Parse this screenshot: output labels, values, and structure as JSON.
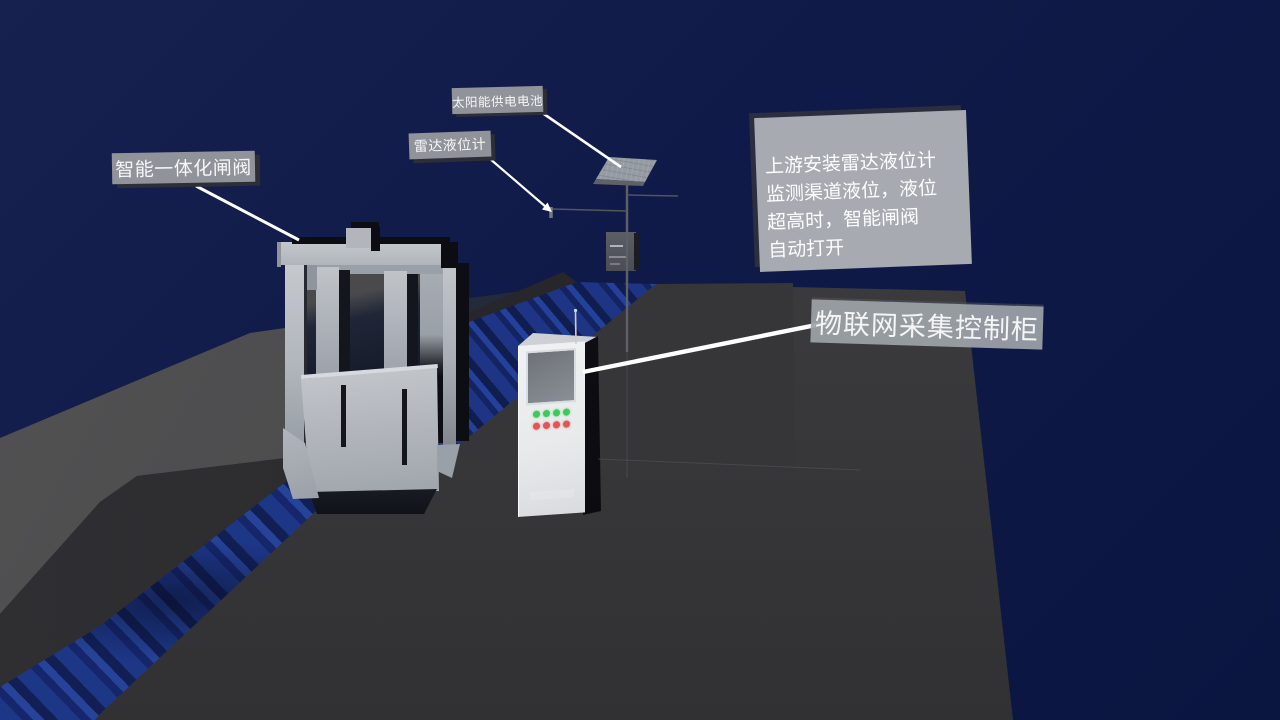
{
  "callouts": {
    "gate_valve": {
      "text": "智能一体化闸阀"
    },
    "solar_battery": {
      "text": "太阳能供电电池"
    },
    "radar_level_gauge": {
      "text": "雷达液位计"
    },
    "iot_cabinet": {
      "text": "物联网采集控制柜"
    }
  },
  "info_box": {
    "text": "上游安装雷达液位计\n监测渠道液位，液位\n超高时，智能闸阀\n自动打开"
  },
  "cabinet": {
    "green_lights": 4,
    "red_lights": 4
  },
  "colors": {
    "sky": "#101a48",
    "ground": "#3a3a3c",
    "left_bank": "#4a4a4c",
    "channel_slope": "#2a2a2e",
    "water": "#1e3a8e",
    "water_dark": "#152567",
    "structure_gray": "#b4b9bf",
    "label_bg": "#90949a",
    "info_bg": "#a7aab0",
    "indicator_green": "#3ec95b",
    "indicator_red": "#e05555",
    "leader_line": "#ffffff"
  }
}
